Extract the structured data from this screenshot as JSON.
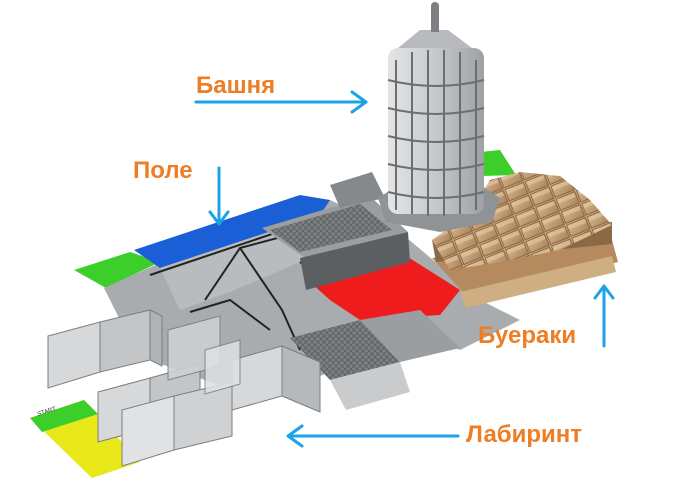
{
  "colors": {
    "label": "#ee7d23",
    "arrow": "#1ba3e8",
    "field_blue": "#1a5fd6",
    "field_green": "#3ccf2b",
    "field_red": "#ee1c1c",
    "field_yellow": "#e8e81a",
    "wood": "#c9a57a",
    "gray_surface": "#a9acae",
    "wall": "#d6d8d9"
  },
  "labels": {
    "tower": "Башня",
    "field": "Поле",
    "gullies": "Буераки",
    "maze": "Лабиринт"
  },
  "start_marking": "START"
}
